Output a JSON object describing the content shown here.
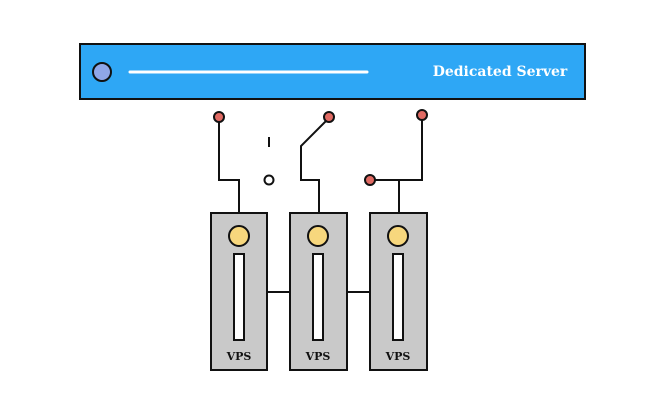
{
  "server": {
    "label": "Dedicated Server"
  },
  "vps_units": [
    {
      "label": "VPS"
    },
    {
      "label": "VPS"
    },
    {
      "label": "VPS"
    }
  ],
  "colors": {
    "server_fill": "#2EA7F5",
    "stroke": "#111111",
    "server_text": "#ffffff",
    "power_button": "#8FA6E8",
    "slot_line": "#ffffff",
    "vps_fill": "#C9C9C9",
    "vps_indicator": "#F7D77D",
    "vps_slot": "#ffffff",
    "contact_red": "#E06A63",
    "contact_white": "#ffffff",
    "wire": "#111111"
  }
}
